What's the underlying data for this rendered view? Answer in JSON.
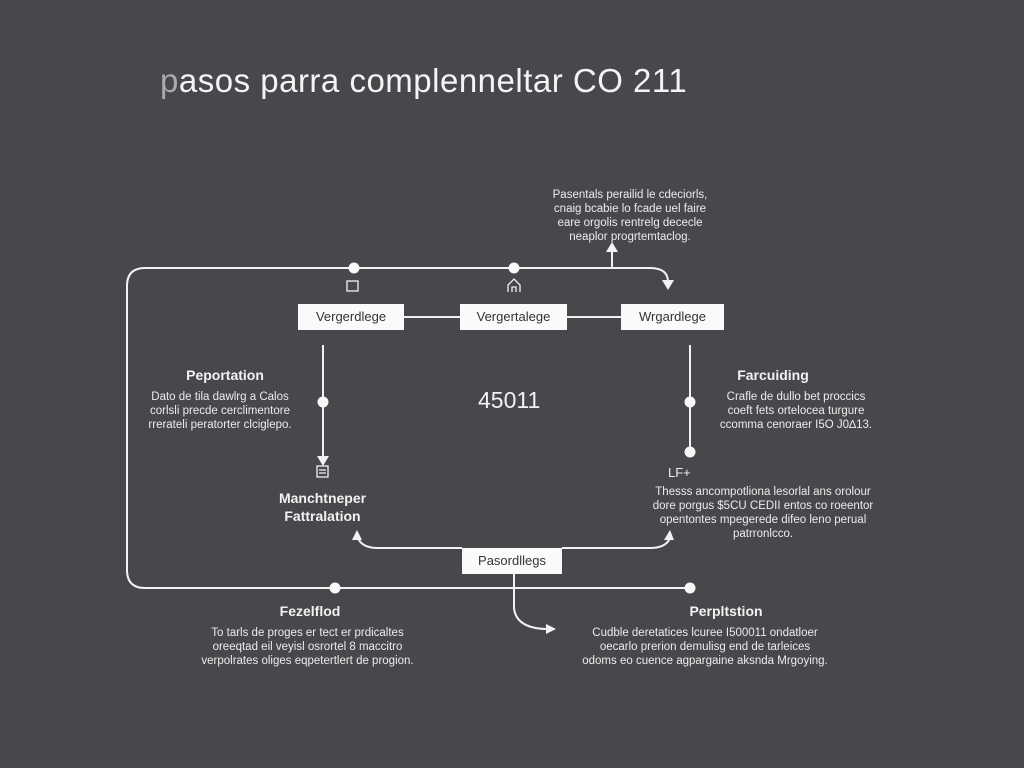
{
  "title": {
    "first_letter": "p",
    "rest": "asos parra complennelt​ar CO 211"
  },
  "top_note": [
    "Pasentals perailid le cdeciorls,",
    "cnaig bcabie lo fcade uel faire",
    "eare orgolis rentrelg dececle",
    "neaplor progrtemtaclog."
  ],
  "boxes": {
    "left": "Vergerdlege",
    "middle": "Vergertalege",
    "right": "Wrgardlege",
    "bottom": "Pasordllegs"
  },
  "center_value": "45011",
  "left_section": {
    "heading": "Peportation",
    "text": [
      "Dato de tila dawlrg a Calos",
      "corlsli precde cerclimentore",
      "rrerateli peratorter clciglepo."
    ]
  },
  "right_section": {
    "heading": "Farcuiding",
    "text": [
      "Crafle de dullo bet proccics",
      "coeft fets ortelocea turgure",
      "ccomma cenoraer I5O J0∆13."
    ]
  },
  "left_lower": {
    "heading_line1": "Manchtneper",
    "heading_line2": "Fattralation"
  },
  "right_lower": {
    "icon_label": "LF+",
    "text": [
      "Thesss ancompotliona lesorlal ans orolour",
      "dore porgus $5CU CEDII entos co roeentor",
      "opentontes mpegerede difeo leno perual",
      "patrronlcco."
    ]
  },
  "bottom_left": {
    "heading": "Fezelflod",
    "text": [
      "To tarls de proges er tect er prdicaltes",
      "oreeqtad eil veyisl osrortel 8 maccitro",
      "verpolrates oliges eqpetertlert de progion."
    ]
  },
  "bottom_right": {
    "heading": "Perpltstion",
    "text": [
      "Cudble deretatices lcuree I500011 ondatloer",
      "oecarlo prerion demulisg end de tarleices",
      "odoms eo cuence agpargaine aksnda Mrgoying."
    ]
  },
  "colors": {
    "background": "#47484b",
    "line": "#f2f2f2",
    "box": "#fafafa"
  }
}
